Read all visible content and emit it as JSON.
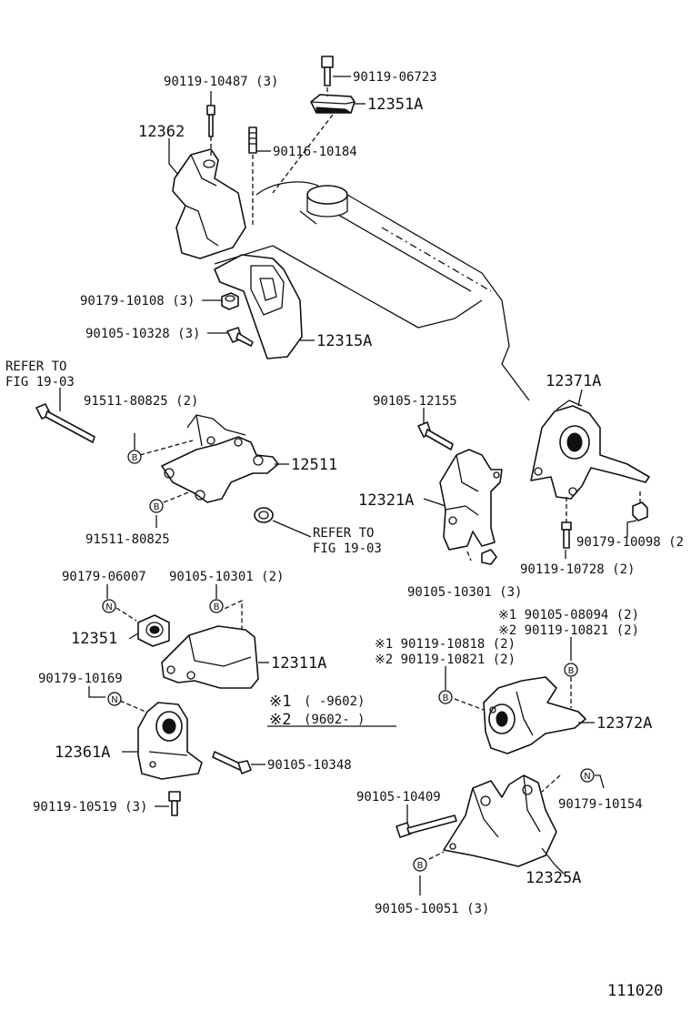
{
  "labels": {
    "p90119_10487": "90119-10487 (3)",
    "p90119_06723": "90119-06723",
    "p12351A": "12351A",
    "p12362": "12362",
    "p90116_10184": "90116-10184",
    "p90179_10108": "90179-10108 (3)",
    "p90105_10328": "90105-10328 (3)",
    "p12315A": "12315A",
    "refer1_a": "REFER TO",
    "refer1_b": "FIG 19-03",
    "p91511_80825_2": "91511-80825 (2)",
    "p12511": "12511",
    "p91511_80825": "91511-80825",
    "refer2_a": "REFER TO",
    "refer2_b": "FIG 19-03",
    "p12371A": "12371A",
    "p90105_12155": "90105-12155",
    "p12321A": "12321A",
    "p90179_10098": "90179-10098 (2",
    "p90119_10728": "90119-10728 (2)",
    "p90105_10301_3": "90105-10301 (3)",
    "p90179_06007": "90179-06007",
    "p90105_10301_2": "90105-10301 (2)",
    "p12351": "12351",
    "p12311A": "12311A",
    "p90179_10169": "90179-10169",
    "note1_mark": "※1",
    "note1_range": "(     -9602)",
    "note2_mark": "※2",
    "note2_range": "(9602-      )",
    "p12361A": "12361A",
    "p90105_10348": "90105-10348",
    "p90119_10519": "90119-10519 (3)",
    "p90105_08094": "※1 90105-08094 (2)",
    "p90119_10821_a": "※2 90119-10821 (2)",
    "p90119_10818": "※1 90119-10818 (2)",
    "p90119_10821_b": "※2 90119-10821 (2)",
    "p12372A": "12372A",
    "p90105_10409": "90105-10409",
    "p90179_10154": "90179-10154",
    "p12325A": "12325A",
    "p90105_10051": "90105-10051 (3)",
    "fig_no": "111020"
  },
  "badges": {
    "b": "B",
    "n": "N"
  }
}
